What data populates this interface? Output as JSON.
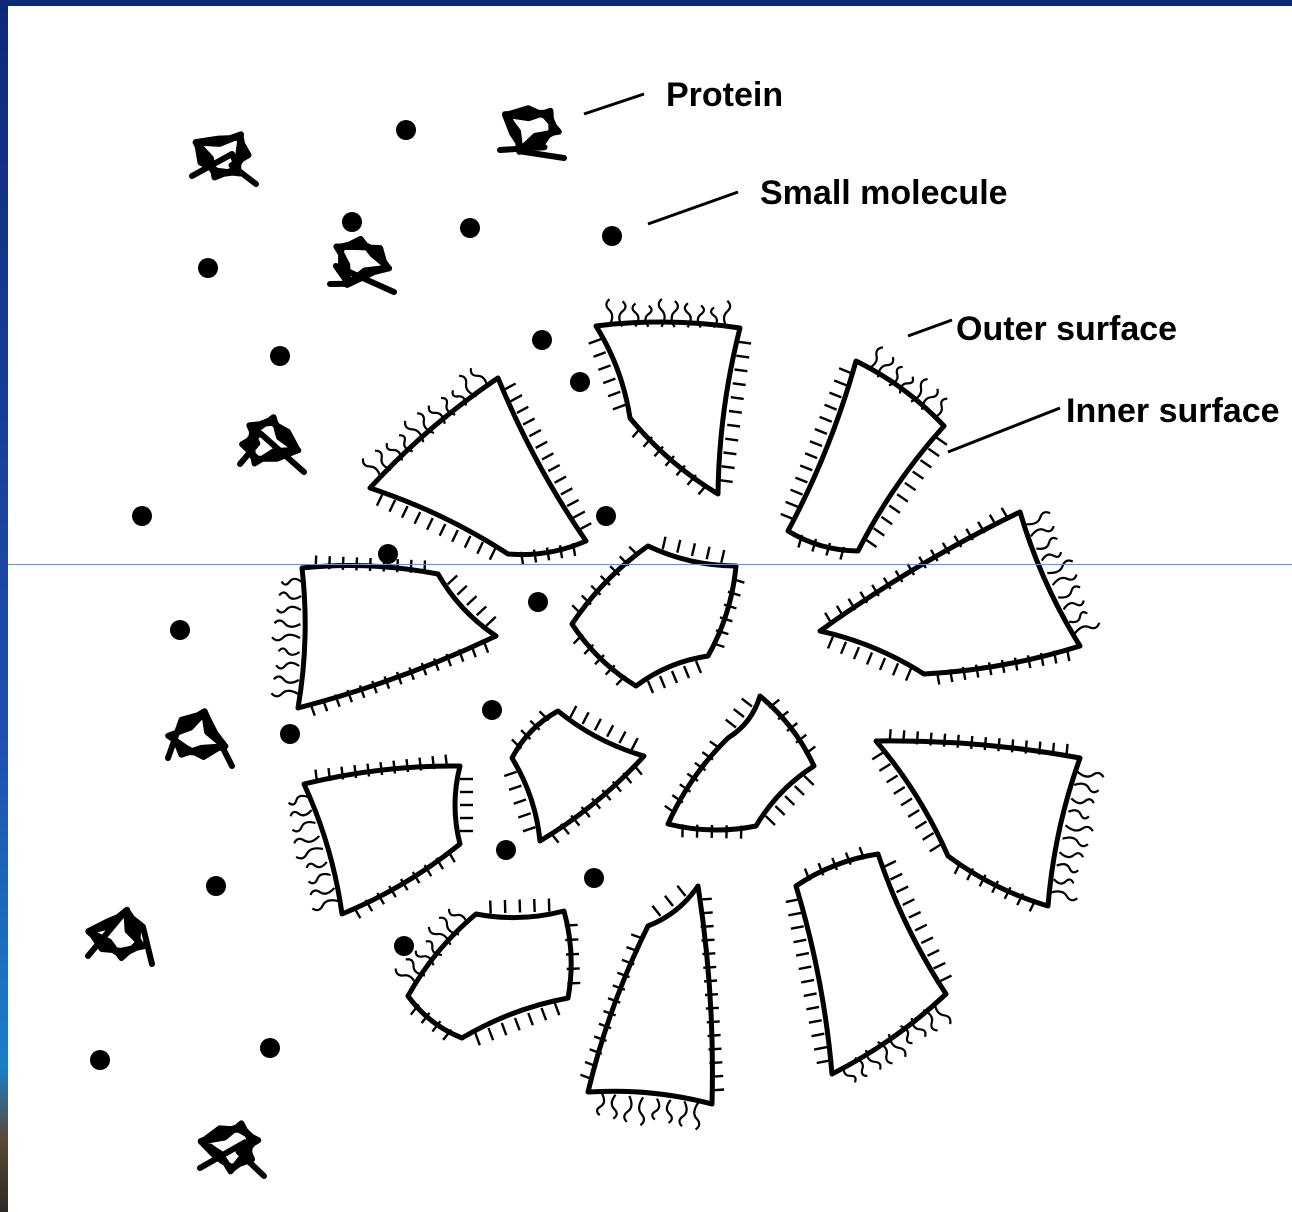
{
  "labels": {
    "protein": "Protein",
    "small_molecule": "Small molecule",
    "outer_surface": "Outer surface",
    "inner_surface": "Inner surface"
  },
  "colors": {
    "frame": "#0d2a78",
    "ink": "#000000",
    "paper": "#ffffff"
  }
}
